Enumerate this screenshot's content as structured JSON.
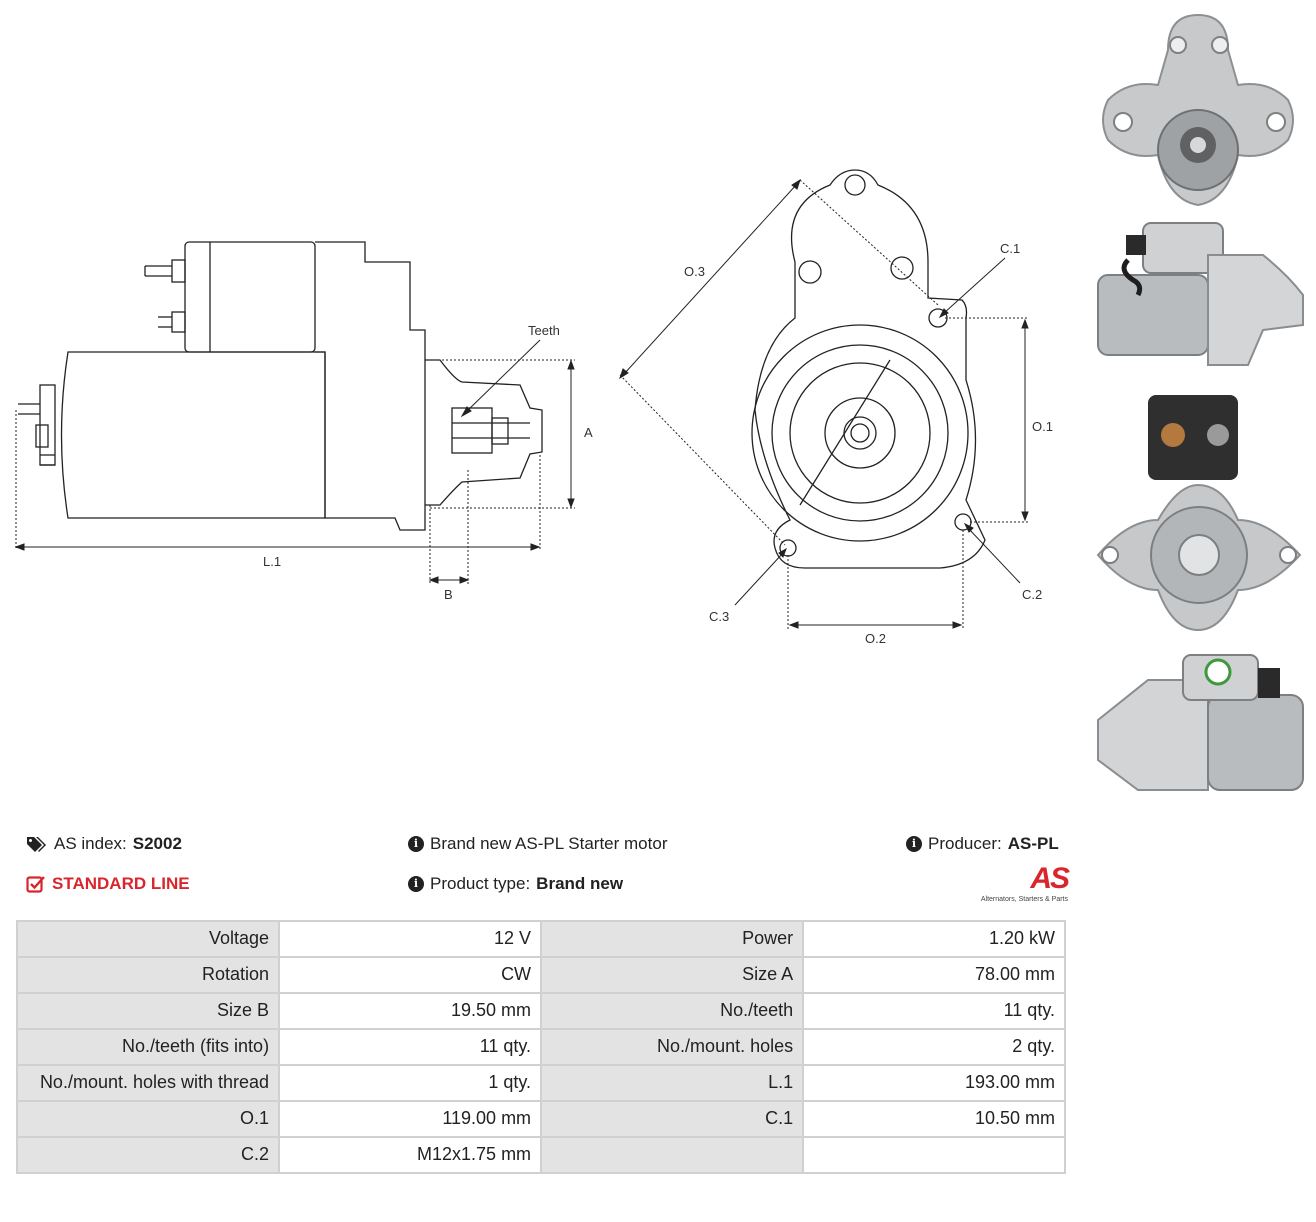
{
  "drawing_labels": {
    "teeth": "Teeth",
    "a": "A",
    "l1": "L.1",
    "b": "B",
    "o1": "O.1",
    "o2": "O.2",
    "o3": "O.3",
    "c1": "C.1",
    "c2": "C.2",
    "c3": "C.3"
  },
  "info": {
    "as_index_label": "AS index:",
    "as_index_value": "S2002",
    "line": "STANDARD LINE",
    "description": "Brand new AS-PL Starter motor",
    "product_type_label": "Product type:",
    "product_type_value": "Brand new",
    "producer_label": "Producer:",
    "producer_value": "AS-PL",
    "logo_text": "AS",
    "logo_tagline": "Alternators, Starters & Parts"
  },
  "specs": [
    {
      "l1": "Voltage",
      "v1": "12 V",
      "l2": "Power",
      "v2": "1.20 kW"
    },
    {
      "l1": "Rotation",
      "v1": "CW",
      "l2": "Size A",
      "v2": "78.00 mm"
    },
    {
      "l1": "Size B",
      "v1": "19.50 mm",
      "l2": "No./teeth",
      "v2": "11 qty."
    },
    {
      "l1": "No./teeth (fits into)",
      "v1": "11 qty.",
      "l2": "No./mount. holes",
      "v2": "2 qty."
    },
    {
      "l1": "No./mount. holes with thread",
      "v1": "1 qty.",
      "l2": "L.1",
      "v2": "193.00 mm"
    },
    {
      "l1": "O.1",
      "v1": "119.00 mm",
      "l2": "C.1",
      "v2": "10.50 mm"
    },
    {
      "l1": "C.2",
      "v1": "M12x1.75 mm",
      "l2": "",
      "v2": ""
    }
  ],
  "colors": {
    "accent_red": "#d9262c",
    "label_bg": "#e3e3e3",
    "border": "#d0d0d0"
  }
}
